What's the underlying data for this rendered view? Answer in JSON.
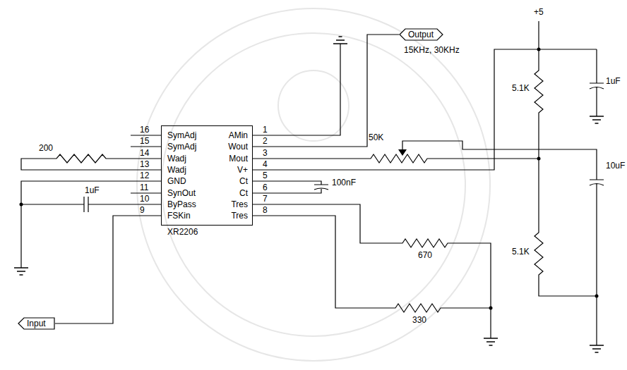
{
  "diagram": {
    "nodes": [
      {
        "text": [
          "Output"
        ]
      },
      {
        "text": [
          "SymAdj",
          "SymAdj",
          "Wadj",
          "Wadj",
          "GND",
          "SynOut",
          "ByPass",
          "FSKin",
          "AMin",
          "Wout",
          "Mout",
          "V+",
          "Ct",
          "Ct",
          "Tres",
          "Tres",
          "XR2206"
        ]
      },
      {
        "text": [
          "Input"
        ]
      }
    ],
    "edges": [
      {
        "from": 1,
        "to": 0,
        "arrow": "none"
      },
      {
        "from": 2,
        "to": 1,
        "arrow": "none"
      }
    ],
    "labels": [
      "1",
      "2",
      "3",
      "4",
      "5",
      "6",
      "7",
      "8",
      "16",
      "15",
      "14",
      "13",
      "12",
      "11",
      "10",
      "9",
      "200",
      "1uF",
      "50K",
      "15KHz, 30KHz",
      "+5",
      "5.1K",
      "1uF",
      "100nF",
      "5.1K",
      "10uF",
      "670",
      "330"
    ]
  }
}
